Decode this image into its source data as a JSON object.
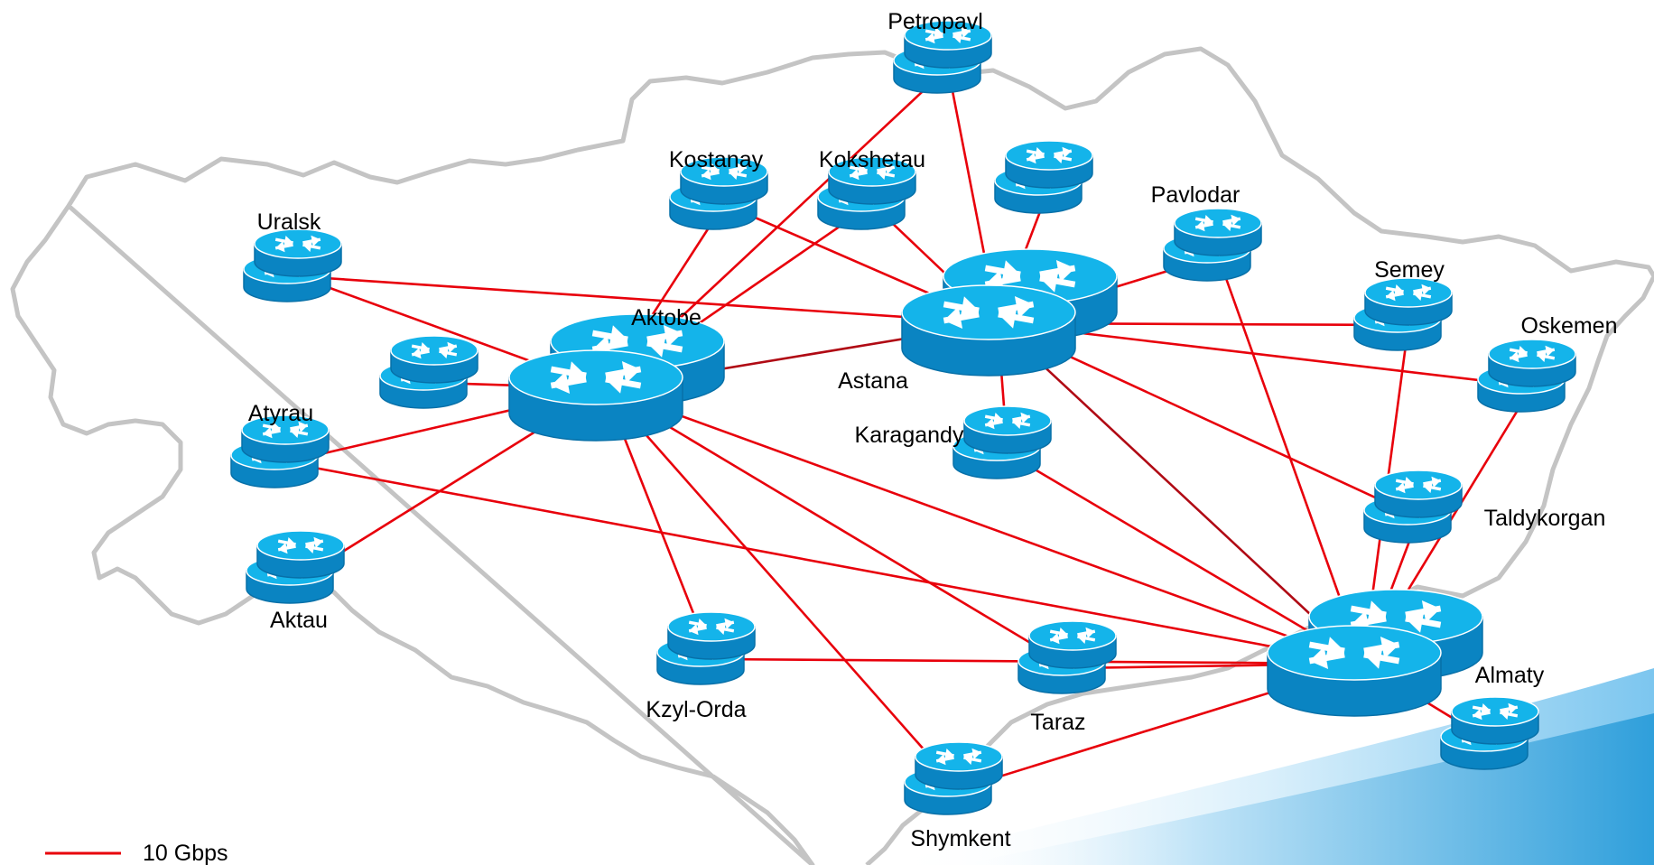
{
  "colors": {
    "link": "#e8000b",
    "link_dark": "#b00a14",
    "router_top": "#14b4ea",
    "router_side": "#0a84c2",
    "router_edge": "#0770a8",
    "map_border": "#bdbdbd"
  },
  "legend": {
    "label": "10 Gbps"
  },
  "nodes": [
    {
      "id": "petropavl",
      "label": "Petropavl",
      "kind": "pair"
    },
    {
      "id": "kostanay",
      "label": "Kostanay",
      "kind": "pair"
    },
    {
      "id": "kokshetau",
      "label": "Kokshetau",
      "kind": "pair"
    },
    {
      "id": "pavlodar",
      "label": "Pavlodar",
      "kind": "pair"
    },
    {
      "id": "uralsk",
      "label": "Uralsk",
      "kind": "pair"
    },
    {
      "id": "aktobe",
      "label": "Aktobe",
      "kind": "core"
    },
    {
      "id": "astana",
      "label": "Astana",
      "kind": "core"
    },
    {
      "id": "semey",
      "label": "Semey",
      "kind": "pair"
    },
    {
      "id": "oskemen",
      "label": "Oskemen",
      "kind": "pair"
    },
    {
      "id": "atyrau",
      "label": "Atyrau",
      "kind": "pair"
    },
    {
      "id": "karagandy",
      "label": "Karagandy",
      "kind": "pair"
    },
    {
      "id": "taldykorgan",
      "label": "Taldykorgan",
      "kind": "pair"
    },
    {
      "id": "aktau",
      "label": "Aktau",
      "kind": "pair"
    },
    {
      "id": "kzylorda",
      "label": "Kzyl-Orda",
      "kind": "pair"
    },
    {
      "id": "taraz",
      "label": "Taraz",
      "kind": "pair"
    },
    {
      "id": "almaty",
      "label": "Almaty",
      "kind": "core"
    },
    {
      "id": "shymkent",
      "label": "Shymkent",
      "kind": "pair"
    },
    {
      "id": "astana_ext",
      "label": "",
      "kind": "pair"
    },
    {
      "id": "aktobe_ext",
      "label": "",
      "kind": "pair"
    },
    {
      "id": "almaty_ext",
      "label": "",
      "kind": "pair"
    }
  ],
  "links": [
    {
      "from": "petropavl",
      "to": "aktobe"
    },
    {
      "from": "petropavl",
      "to": "astana"
    },
    {
      "from": "kostanay",
      "to": "aktobe"
    },
    {
      "from": "kostanay",
      "to": "astana"
    },
    {
      "from": "kokshetau",
      "to": "aktobe"
    },
    {
      "from": "kokshetau",
      "to": "astana"
    },
    {
      "from": "astana_ext",
      "to": "astana"
    },
    {
      "from": "uralsk",
      "to": "astana"
    },
    {
      "from": "uralsk",
      "to": "aktobe"
    },
    {
      "from": "aktobe_ext",
      "to": "aktobe"
    },
    {
      "from": "atyrau",
      "to": "aktobe"
    },
    {
      "from": "atyrau",
      "to": "almaty"
    },
    {
      "from": "aktau",
      "to": "aktobe"
    },
    {
      "from": "kzylorda",
      "to": "aktobe"
    },
    {
      "from": "kzylorda",
      "to": "almaty"
    },
    {
      "from": "taraz",
      "to": "aktobe"
    },
    {
      "from": "taraz",
      "to": "almaty"
    },
    {
      "from": "shymkent",
      "to": "aktobe"
    },
    {
      "from": "shymkent",
      "to": "almaty"
    },
    {
      "from": "aktobe",
      "to": "almaty"
    },
    {
      "from": "aktobe",
      "to": "astana",
      "dark": true
    },
    {
      "from": "pavlodar",
      "to": "astana"
    },
    {
      "from": "pavlodar",
      "to": "almaty"
    },
    {
      "from": "semey",
      "to": "astana"
    },
    {
      "from": "semey",
      "to": "almaty"
    },
    {
      "from": "oskemen",
      "to": "astana"
    },
    {
      "from": "oskemen",
      "to": "almaty"
    },
    {
      "from": "karagandy",
      "to": "astana"
    },
    {
      "from": "karagandy",
      "to": "almaty"
    },
    {
      "from": "taldykorgan",
      "to": "astana"
    },
    {
      "from": "taldykorgan",
      "to": "almaty"
    },
    {
      "from": "astana",
      "to": "almaty",
      "dark": true
    },
    {
      "from": "almaty_ext",
      "to": "almaty"
    }
  ]
}
